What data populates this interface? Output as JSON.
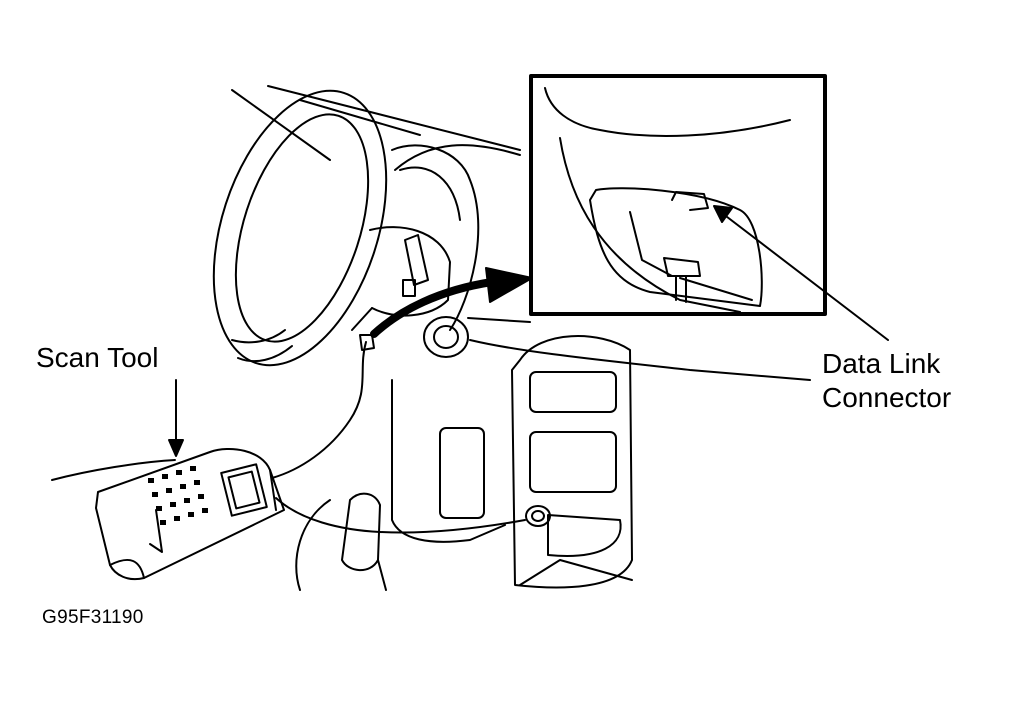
{
  "labels": {
    "scan_tool": "Scan Tool",
    "data_link_line1": "Data Link",
    "data_link_line2": "Connector",
    "figure_id": "G95F31190"
  },
  "colors": {
    "ink": "#000000",
    "paper": "#ffffff"
  }
}
